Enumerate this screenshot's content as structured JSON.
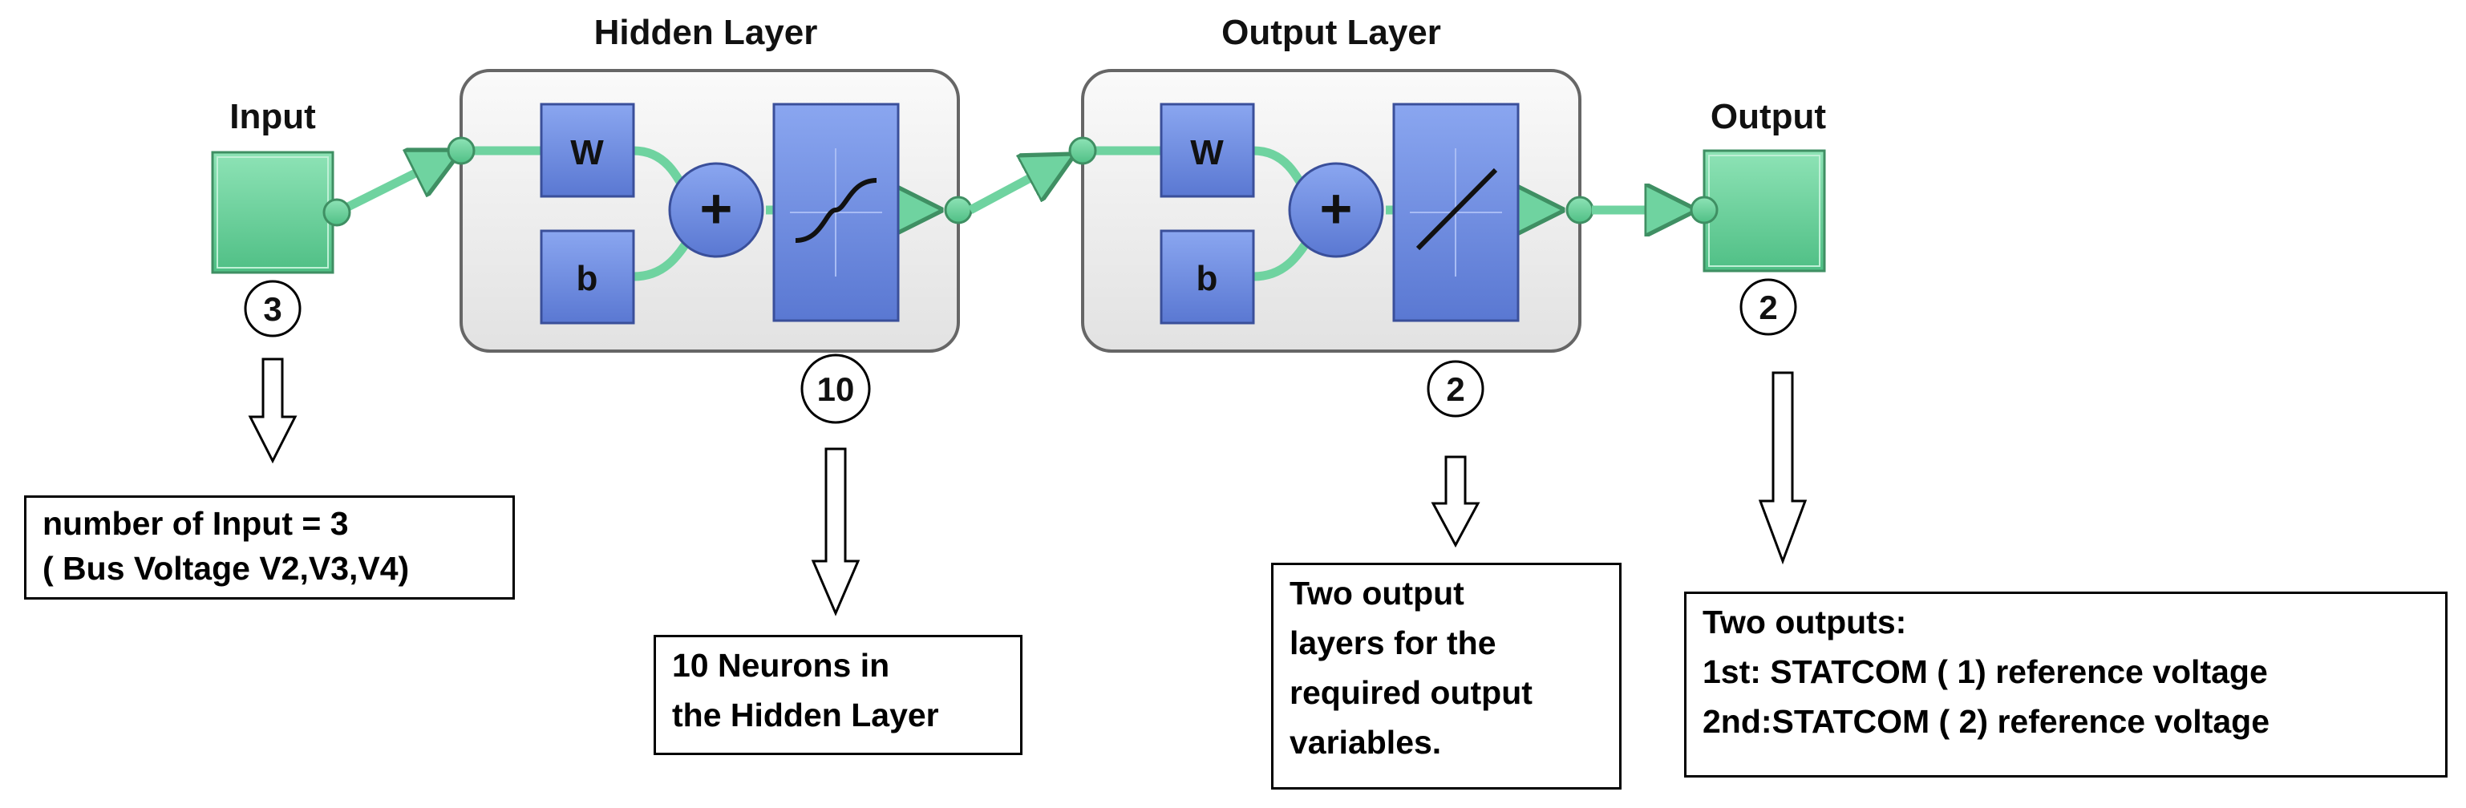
{
  "colors": {
    "accent_green": "#6fd3a0",
    "block_blue": "#6f8ee0",
    "layer_box": "#efefef",
    "line_green": "#6fd3a0"
  },
  "input": {
    "title": "Input",
    "count": "3"
  },
  "hidden_layer": {
    "title": "Hidden Layer",
    "weight": "W",
    "bias": "b",
    "sum_symbol": "+",
    "neurons": "10"
  },
  "output_layer": {
    "title": "Output Layer",
    "weight": "W",
    "bias": "b",
    "sum_symbol": "+",
    "neurons": "2"
  },
  "output": {
    "title": "Output",
    "count": "2"
  },
  "notes": {
    "input_note": [
      "number of Input = 3",
      "( Bus Voltage V2,V3,V4)"
    ],
    "hidden_note": [
      "10 Neurons in",
      "the Hidden Layer"
    ],
    "output_layer_note": [
      "Two output",
      "layers for the",
      "required output",
      "variables."
    ],
    "output_note": [
      "Two outputs:",
      "1st: STATCOM ( 1)   reference voltage",
      "2nd:STATCOM ( 2)   reference voltage"
    ]
  },
  "icons": {
    "transfer_hidden": "sigmoid-curve-icon",
    "transfer_output": "linear-line-icon",
    "arrows": "hollow-down-arrow-icon"
  }
}
